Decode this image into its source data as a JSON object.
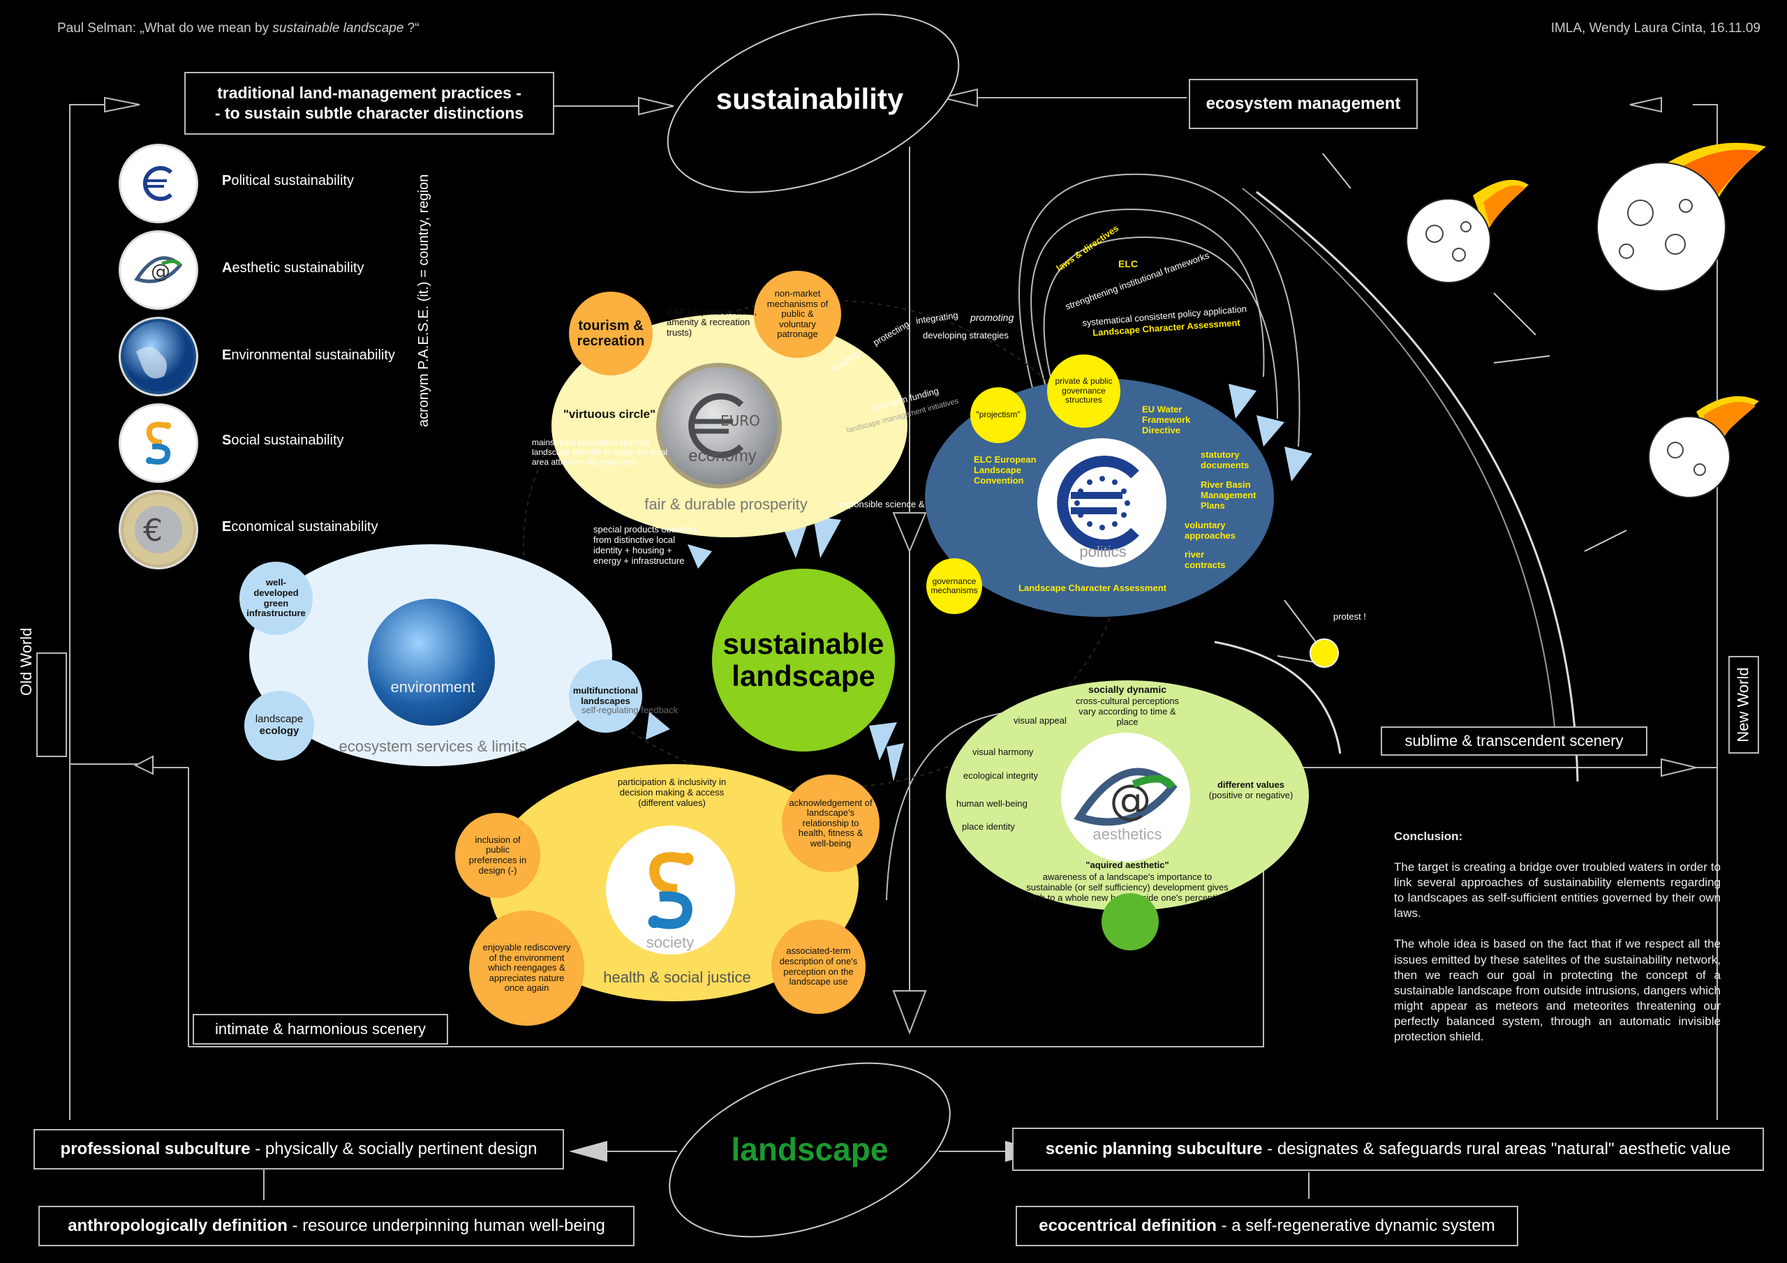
{
  "header": {
    "left_author": "Paul Selman: „What do we mean by ",
    "left_em": "sustainable landscape",
    "left_end": " ?“",
    "right": "IMLA, Wendy Laura Cinta, 16.11.09"
  },
  "top_boxes": {
    "traditional_line1": "traditional land-management practices -",
    "traditional_line2": "- to sustain subtle character distinctions",
    "sustainability": "sustainability",
    "ecosystem_management": "ecosystem management"
  },
  "legend": [
    {
      "initial": "P",
      "rest": "olitical sustainability",
      "icon": "eu-stars-icon"
    },
    {
      "initial": "A",
      "rest": "esthetic sustainability",
      "icon": "eye-at-icon"
    },
    {
      "initial": "E",
      "rest": "nvironmental sustainability",
      "icon": "globe-icon"
    },
    {
      "initial": "S",
      "rest": "ocial sustainability",
      "icon": "people-s-icon"
    },
    {
      "initial": "E",
      "rest": "conomical sustainability",
      "icon": "euro-coin-icon"
    }
  ],
  "acronym": "acronym P.A.E.S.E. (it.) = country, region",
  "side_labels": {
    "old_world": "Old World",
    "new_world": "New World"
  },
  "economy": {
    "name": "economy",
    "subtitle": "fair & durable prosperity",
    "tourism": "tourism & recreation",
    "carts": "CART's (conservation, amenity & recreation trusts)",
    "non_market": "non-market mechanisms of public & voluntary patronage",
    "virtuous": "\"virtuous circle\"",
    "mainstream": "mainstream production spin-out landscape benefits to make the local area attractive for producers",
    "special": "special products obtained from distinctive local identity + housing + energy + infrastructure",
    "funding": "funding",
    "protecting": "protecting",
    "integrating": "integrating",
    "promoting": "promoting",
    "developing": "developing strategies",
    "longterm": "long-term funding",
    "landscape_mgmt": "landscape management initiatives",
    "responsible": "responsible science & economics"
  },
  "environment": {
    "name": "environment",
    "subtitle": "ecosystem services & limits",
    "green_infra": "well-developed green infrastructure",
    "ecology_1": "landscape",
    "ecology_2": "ecology",
    "multifunctional": "multifunctional landscapes",
    "self_reg": "self-regulating feedback"
  },
  "center": {
    "line1": "sustainable",
    "line2": "landscape"
  },
  "politics": {
    "name": "politics",
    "laws": "laws & directives",
    "elc_top": "ELC",
    "strengthening": "strenghtening institutional frameworks",
    "systematical": "systematical consistent policy application",
    "lca_top": "Landscape Character Assessment",
    "private": "private & public governance structures",
    "projectism": "\"projectism\"",
    "eu_water": "EU Water Framework Directive",
    "elc": "ELC European Landscape Convention",
    "statutory": "statutory documents",
    "river_basin": "River Basin Management Plans",
    "voluntary": "voluntary approaches",
    "river_contracts": "river contracts",
    "lca_bottom": "Landscape Character Assessment",
    "governance": "governance mechanisms"
  },
  "society": {
    "name": "society",
    "subtitle": "health & social justice",
    "participation": "participation & inclusivity in decision making & access (different values)",
    "acknowledgement": "acknowledgement of landscape's relationship to health, fitness & well-being",
    "inclusion": "inclusion of public preferences in design (-)",
    "enjoyable": "enjoyable rediscovery of the environment which reengages & appreciates nature once again",
    "associated": "associated-term description of one's perception on the landscape use"
  },
  "aesthetics": {
    "name": "aesthetics",
    "socially": "socially dynamic",
    "cross": "cross-cultural perceptions vary according to time & place",
    "visual_appeal": "visual appeal",
    "visual_harmony": "visual harmony",
    "eco_integrity": "ecological integrity",
    "human_wb": "human well-being",
    "place_id": "place identity",
    "different_1": "different values",
    "different_2": "(positive or negative)",
    "acquired": "\"aquired aesthetic\"",
    "awareness": "awareness of a landscape's importance to sustainable (or self sufficiency) development gives birth to a whole new belief inside one's perception"
  },
  "protest": "protest !",
  "scenery": {
    "sublime": "sublime & transcendent scenery",
    "intimate": "intimate & harmonious scenery"
  },
  "conclusion": {
    "title": "Conclusion:",
    "p1": "The target is creating a bridge over troubled waters in order to link several approaches of sustainability elements regarding to landscapes as self-sufficient entities governed by their own laws.",
    "p2": "The whole idea is based on the fact that if we respect all the issues emitted by these satelites of the sustainability network, then we reach our goal in protecting the concept of a sustainable landscape from outside intrusions, dangers which might appear as meteors and meteorites threatening our perfectly balanced system, through an automatic invisible protection shield."
  },
  "bottom": {
    "landscape": "landscape",
    "prof_b": "professional subculture",
    "prof_rest": " - physically & socially pertinent design",
    "anthro_b": "anthropologically definition",
    "anthro_rest": " - resource underpinning human well-being",
    "scenic_b": "scenic planning subculture",
    "scenic_rest": " - designates & safeguards rural areas \"natural\" aesthetic value",
    "eco_b": "ecocentrical definition",
    "eco_rest": " - a self-regenerative dynamic system"
  },
  "colors": {
    "economy_fill": "#fdf6b4",
    "environment_fill": "#e6f2fb",
    "center_fill": "#8cd11b",
    "politics_fill": "#3c6593",
    "society_fill": "#fddd5c",
    "aesthetics_fill": "#d4ee96",
    "bubble_orange": "#fbb040",
    "bubble_yellow": "#ffef00",
    "bubble_blue": "#b9dcf6",
    "landscape_green": "#1a9a2f"
  }
}
